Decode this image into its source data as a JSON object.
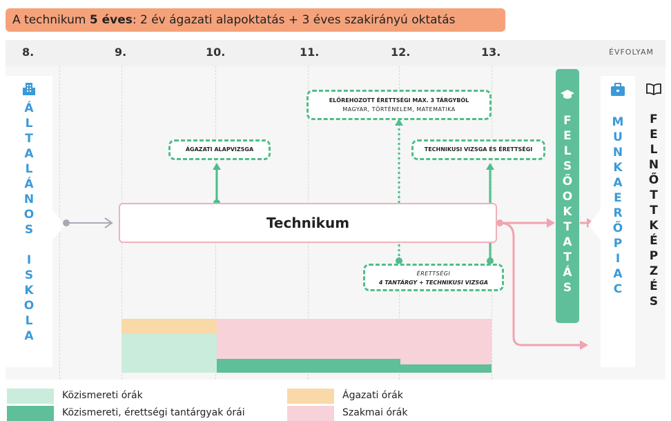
{
  "title": {
    "prefix": "A technikum ",
    "bold": "5 éves",
    "suffix": ": 2 év ágazati alapoktatás + 3 éves szakirányú oktatás"
  },
  "years": [
    "8.",
    "9.",
    "10.",
    "11.",
    "12.",
    "13."
  ],
  "year_caption": "ÉVFOLYAM",
  "left_panel": {
    "icon": "building-icon",
    "letters": [
      "Á",
      "L",
      "T",
      "A",
      "L",
      "Á",
      "N",
      "O",
      "S",
      "",
      "I",
      "S",
      "K",
      "O",
      "L",
      "A"
    ]
  },
  "main_box_label": "Technikum",
  "exams": {
    "agazati": "ÁGAZATI ALAPVIZSGA",
    "eloreho_line1": "ELŐREHOZOTT ÉRETTSÉGI MAX. 3 TÁRGYBÓL",
    "eloreho_line2": "MAGYAR, TÖRTÉNELEM, MATEMATIKA",
    "technikusi": "TECHNIKUSI VIZSGA ÉS ÉRETTSÉGI",
    "erettsegi_line1": "ÉRETTSÉGI",
    "erettsegi_line2": "4 TANTÁRGY + TECHNIKUSI VIZSGA"
  },
  "felsooktatas": {
    "icon": "graduation-cap-icon",
    "letters": [
      "F",
      "E",
      "L",
      "S",
      "Ő",
      "O",
      "K",
      "T",
      "A",
      "T",
      "Á",
      "S"
    ]
  },
  "munkaeropiac": {
    "icon": "briefcase-icon",
    "letters": [
      "M",
      "U",
      "N",
      "K",
      "A",
      "E",
      "R",
      "Ő",
      "P",
      "I",
      "A",
      "C"
    ]
  },
  "felnottkepzes": {
    "icon": "book-icon",
    "letters": [
      "F",
      "E",
      "L",
      "N",
      "Ő",
      "T",
      "T",
      "K",
      "É",
      "P",
      "Z",
      "É",
      "S"
    ]
  },
  "legend": [
    {
      "label": "Közismereti órák",
      "color": "#c9ecdd"
    },
    {
      "label": "Ágazati órák",
      "color": "#f9d9a8"
    },
    {
      "label": "Közismereti, érettségi tantárgyak órái",
      "color": "#5ebf9a"
    },
    {
      "label": "Szakmai órák",
      "color": "#f7d2d8"
    }
  ],
  "colors": {
    "green": "#4fbd89",
    "pink": "#f0a3b0",
    "blue": "#3a9ad9",
    "banner": "#f5a27a"
  }
}
